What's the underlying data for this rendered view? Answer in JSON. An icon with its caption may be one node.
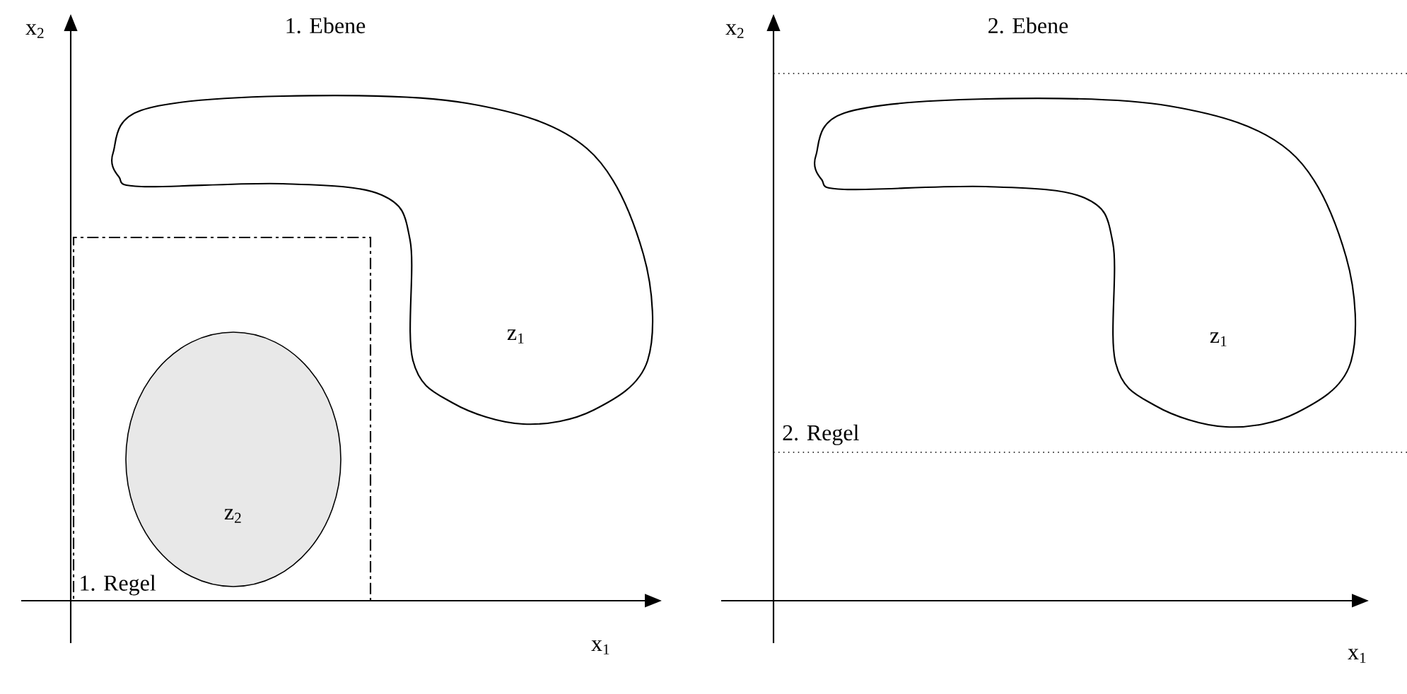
{
  "diagram": {
    "nodes": [
      {
        "text": [
          "1. Regel"
        ]
      },
      {
        "text": [
          "z$_{2}$"
        ],
        "in": 0
      },
      {
        "text": [
          "z$_{1}$"
        ]
      },
      {
        "text": [
          "2. Regel"
        ]
      },
      {
        "text": [
          "z$_{1}$"
        ],
        "in": 3
      }
    ],
    "labels": [
      "x$_{2}$",
      "1. Ebene",
      "x$_{2}$",
      "2. Ebene",
      "x$_{1}$",
      "x$_{1}$"
    ]
  }
}
